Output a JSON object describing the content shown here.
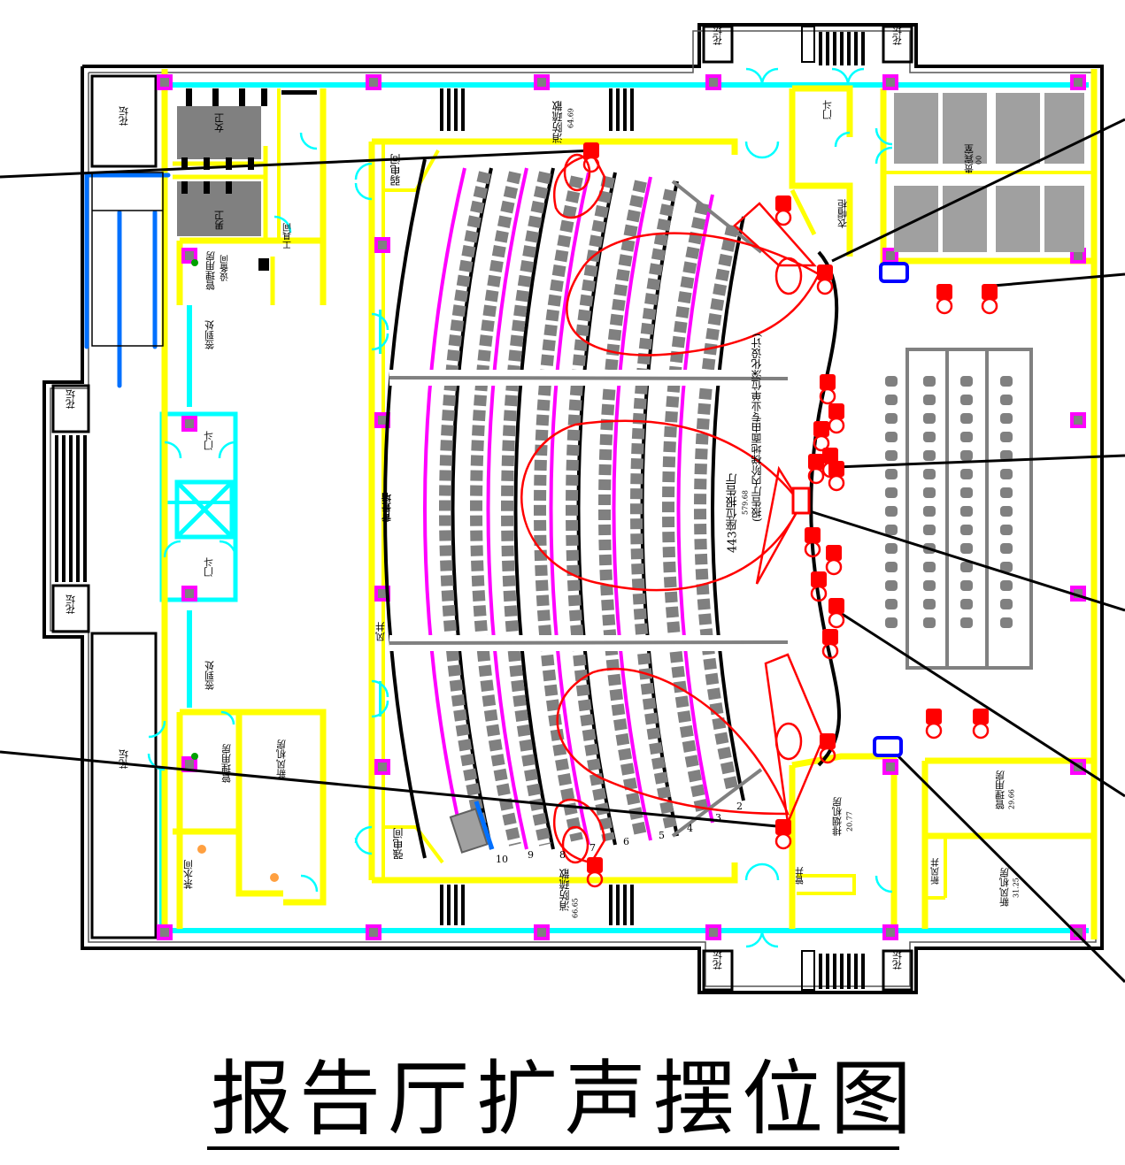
{
  "title": "报告厅扩声摆位图",
  "colors": {
    "wall": "#ffff00",
    "glass": "#00ffff",
    "column": "#ff00ff",
    "speaker": "#ff0000",
    "seat": "#808080",
    "row_line": "#ff00ff",
    "marker": "#0000ff"
  },
  "rooms": {
    "hall": "443座位报告厅",
    "hall_area": "579.68",
    "hall_note": "(报告厅内阶梯地面由专业单位深化设计)",
    "firefight_top": "消防疏散",
    "firefight_top_area": "64.69",
    "firefight_bottom": "消防疏散",
    "firefight_bottom_area": "66.65",
    "weak_elec": "弱电间",
    "strong_elec": "强电间",
    "backdrop": "背景墙",
    "air_shaft": "风井",
    "female_wc": "女卫",
    "male_wc": "男卫",
    "mgmt_top": "管理用房",
    "mgmt_note": "设备间",
    "mgmt_bottom": "管理用房",
    "tool": "工具间",
    "tea": "茶水间",
    "fresh_air_left": "新风机房",
    "vestibule_top": "门斗",
    "vestibule_mid1": "门斗",
    "vestibule_mid2": "门斗",
    "signin_top": "签到处",
    "signin_bottom": "签到处",
    "vip": "贵宾室",
    "vip_area": "00",
    "cloak": "衣帽柜",
    "smoke": "排烟机房",
    "smoke_area": "20.77",
    "fresh_air_right": "新风机房",
    "fresh_air_right_area": "31.25",
    "mgmt_right": "管理用房",
    "mgmt_right_area": "29.66",
    "shaft_right": "新风井",
    "pipe_shaft": "管井",
    "flower": "花坛"
  },
  "row_numbers": [
    "10",
    "9",
    "8",
    "7",
    "6",
    "5",
    "4",
    "3",
    "2"
  ]
}
